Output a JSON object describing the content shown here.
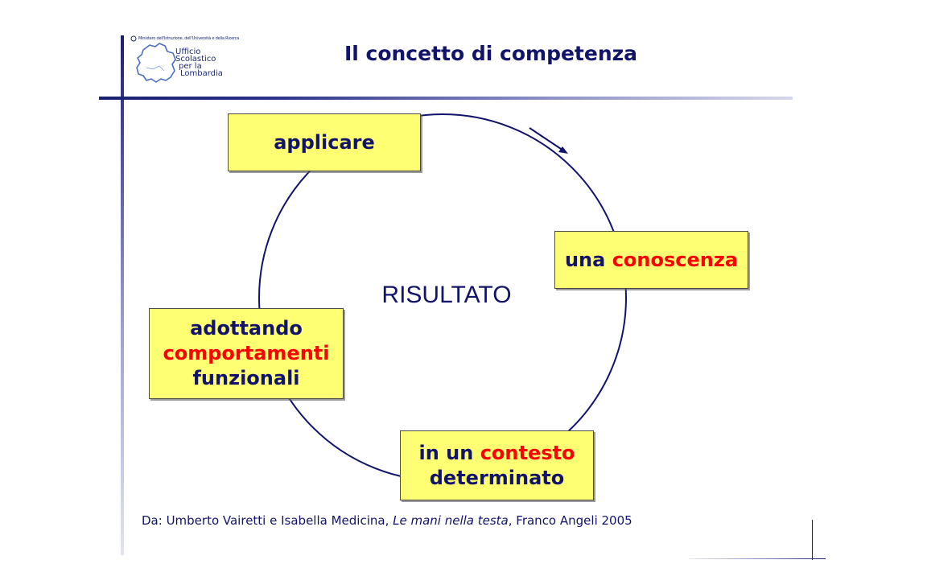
{
  "logo": {
    "header_text": "Ministero dell'Istruzione, dell'Università e della Ricerca",
    "lines": [
      "Ufficio",
      "Scolastico",
      "per la",
      "Lombardia"
    ]
  },
  "title": "Il concetto di competenza",
  "diagram": {
    "center": "RISULTATO",
    "nodes": {
      "applicare": {
        "text": "applicare"
      },
      "conoscenza": {
        "prefix": "una ",
        "highlight": "conoscenza"
      },
      "contesto": {
        "prefix": "in un ",
        "highlight": "contesto",
        "line2": "determinato"
      },
      "adottando": {
        "line1": "adottando",
        "highlight": "comportamenti",
        "line3": "funzionali"
      }
    }
  },
  "citation": {
    "prefix": "Da: Umberto Vairetti e Isabella Medicina, ",
    "book": "Le mani nella testa",
    "suffix": ", Franco Angeli 2005"
  },
  "colors": {
    "navy": "#12136b",
    "highlight_red": "#ff0000",
    "box_fill": "#ffff73"
  },
  "icons": [
    "region-map-icon",
    "emblem-icon",
    "direction-arrow-icon"
  ]
}
